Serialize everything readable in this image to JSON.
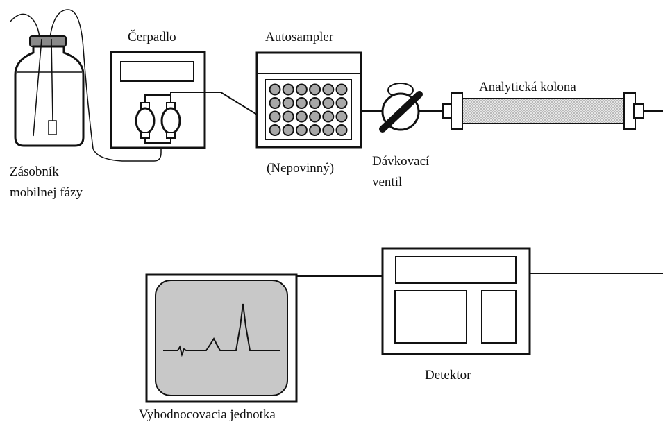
{
  "labels": {
    "reservoir_line1": "Zásobník",
    "reservoir_line2": "mobilnej fázy",
    "pump": "Čerpadlo",
    "autosampler": "Autosampler",
    "optional": "(Nepovinný)",
    "valve_line1": "Dávkovací",
    "valve_line2": "ventil",
    "column": "Analytická kolona",
    "detector": "Detektor",
    "evaluation_unit": "Vyhodnocovacia jednotka"
  },
  "colors": {
    "line": "#111111",
    "cap": "#8a8a8a",
    "vial": "#a8a8a8",
    "packing": "#d2d2d2",
    "screen": "#c8c8c8"
  }
}
